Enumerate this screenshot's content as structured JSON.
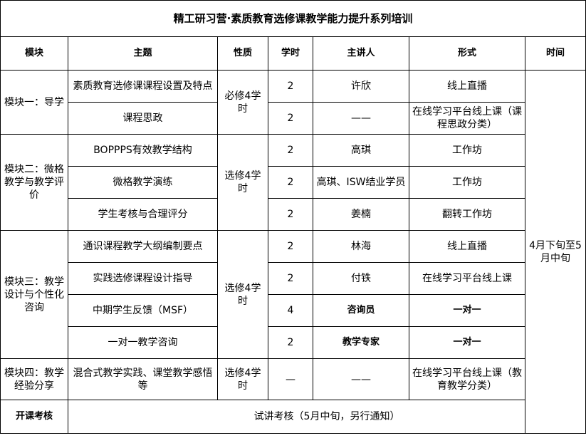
{
  "title": "精工研习营·素质教育选修课教学能力提升系列培训",
  "headers": {
    "module": "模块",
    "topic": "主题",
    "nature": "性质",
    "hours": "学时",
    "lecturer": "主讲人",
    "format": "形式",
    "time": "时间"
  },
  "time_all": "4月下旬至5月中旬",
  "modules": [
    {
      "name": "模块一：导学",
      "nature": "必修4学时",
      "rows": [
        {
          "topic": "素质教育选修课课程设置及特点",
          "hours": "2",
          "lecturer": "许欣",
          "format": "线上直播"
        },
        {
          "topic": "课程思政",
          "hours": "2",
          "lecturer": "——",
          "format": "在线学习平台线上课（课程思政分类）"
        }
      ]
    },
    {
      "name": "模块二：微格教学与教学评价",
      "nature": "选修4学时",
      "rows": [
        {
          "topic": "BOPPPS有效教学结构",
          "hours": "2",
          "lecturer": "高琪",
          "format": "工作坊"
        },
        {
          "topic": "微格教学演练",
          "hours": "2",
          "lecturer": "高琪、ISW结业学员",
          "format": "工作坊"
        },
        {
          "topic": "学生考核与合理评分",
          "hours": "2",
          "lecturer": "姜楠",
          "format": "翻转工作坊"
        }
      ]
    },
    {
      "name": "模块三：教学设计与个性化咨询",
      "nature": "选修4学时",
      "rows": [
        {
          "topic": "通识课程教学大纲编制要点",
          "hours": "2",
          "lecturer": "林海",
          "format": "线上直播"
        },
        {
          "topic": "实践选修课程设计指导",
          "hours": "2",
          "lecturer": "付铁",
          "format": "在线学习平台线上课"
        },
        {
          "topic": "中期学生反馈（MSF）",
          "hours": "4",
          "lecturer": "咨询员",
          "format": "一对一"
        },
        {
          "topic": "一对一教学咨询",
          "hours": "2",
          "lecturer": "教学专家",
          "format": "一对一"
        }
      ]
    },
    {
      "name": "模块四：教学经验分享",
      "nature": "选修4学时",
      "rows": [
        {
          "topic": "混合式教学实践、课堂教学感悟等",
          "hours": "—",
          "lecturer": "——",
          "format": "在线学习平台线上课（教育教学分类）"
        }
      ]
    }
  ],
  "footer": {
    "label": "开课考核",
    "text": "试讲考核（5月中旬，另行通知）"
  }
}
